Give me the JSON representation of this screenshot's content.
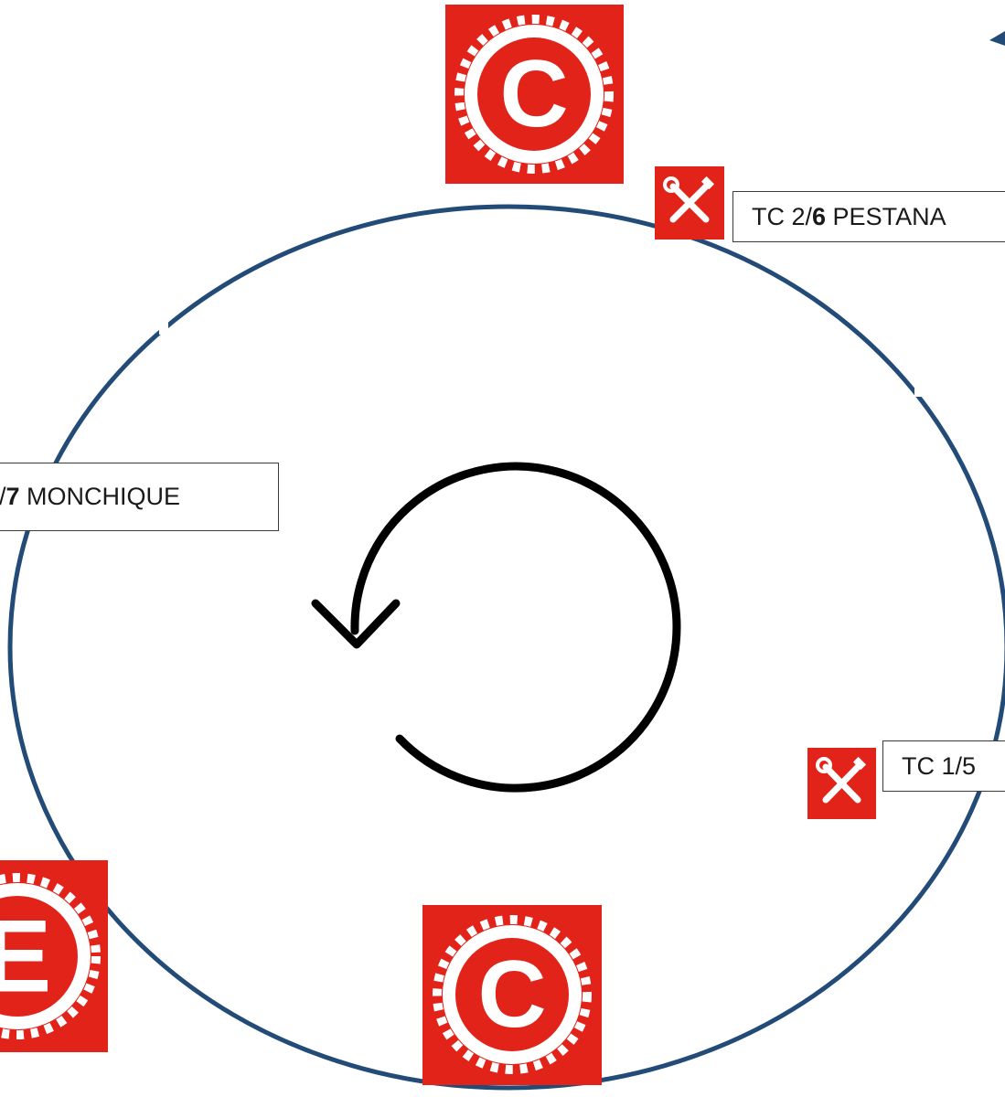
{
  "stations": [
    {
      "text_parts": [
        {
          "t": "TC 2/",
          "bold": false
        },
        {
          "t": "6",
          "bold": true
        },
        {
          "t": " PESTANA",
          "bold": false
        }
      ]
    },
    {
      "text_parts": [
        {
          "t": "/",
          "bold": false
        },
        {
          "t": "7",
          "bold": true
        },
        {
          "t": " MONCHIQUE",
          "bold": false
        }
      ]
    },
    {
      "text_parts": [
        {
          "t": "TC 1/5",
          "bold": false
        }
      ]
    }
  ],
  "signs": {
    "control_letter": "C",
    "end_letter": "E",
    "service_icon": "tools-icon"
  },
  "colors": {
    "sign_red": "#e2231a",
    "route_ring": "#234b78",
    "label_border": "#3a3a3a",
    "direction_arrow": "#000000"
  }
}
